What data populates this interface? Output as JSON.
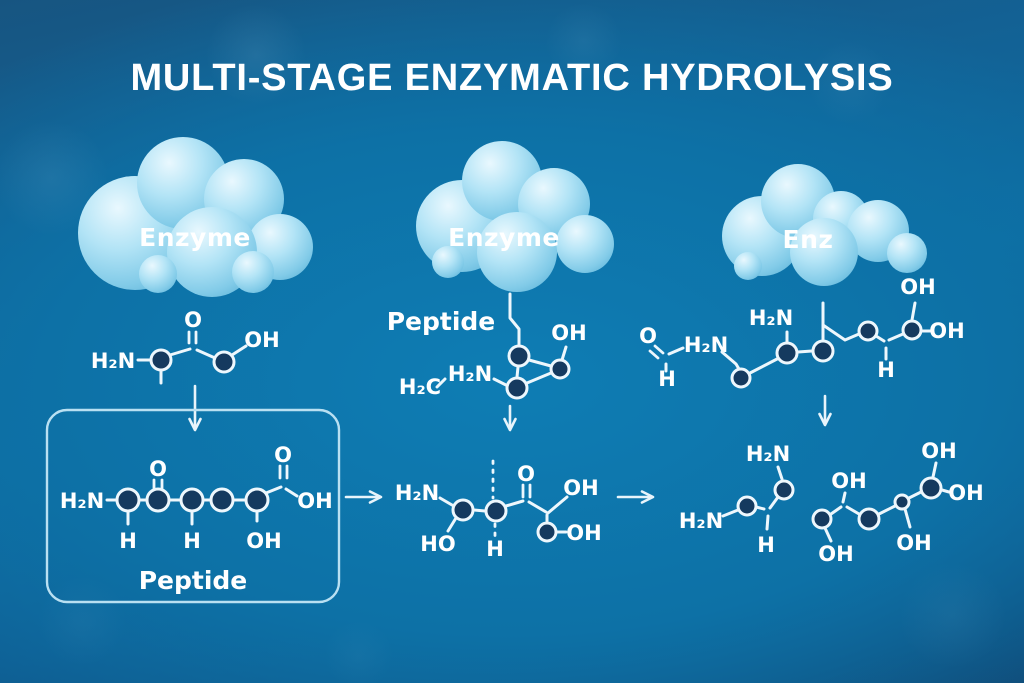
{
  "title": "MULTI-STAGE ENZYMATIC HYDROLYSIS",
  "clouds": [
    {
      "label": "Enzyme"
    },
    {
      "label": "Enzyme"
    },
    {
      "label": "Enz"
    }
  ],
  "stage1": {
    "box_label": "Peptide"
  },
  "stage2": {
    "substrate_label": "Peptide"
  },
  "atoms": {
    "h2n": "H₂N",
    "h2c": "H₂C",
    "ho": "HO",
    "oh": "OH",
    "o": "O",
    "h": "H"
  },
  "colors": {
    "background_center": "#0d7ab1",
    "background_edge": "#123f66",
    "bond_line": "#edf7fd",
    "node_fill": "#153a5f",
    "cloud_highlight": "#e9f8fe",
    "cloud_base": "#82cbe8",
    "cloud_shadow": "#58b0d6",
    "box_border": "#b9e0f2",
    "text": "#ffffff"
  }
}
